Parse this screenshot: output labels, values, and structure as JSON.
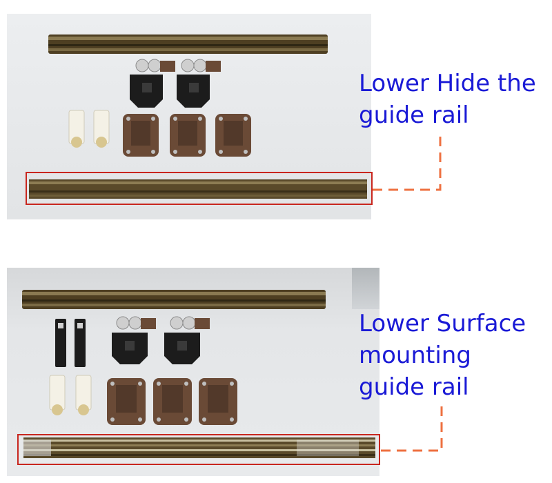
{
  "captions": {
    "top": "Lower Hide the\nguide rail",
    "bottom": "Lower Surface\nmounting\nguide rail"
  },
  "colors": {
    "caption_text": "#1a1ad6",
    "highlight_box": "#c8261e",
    "connector_dash": "#ee7040",
    "rail_bronze": "#5a4a2a",
    "hardware_brown": "#6a4a36",
    "hardware_black": "#1c1c1c",
    "stopper_white": "#f4f1e6"
  },
  "photos": [
    {
      "name": "lower-hide-guide-rail-kit",
      "items": [
        "top-rail",
        "roller-hanger",
        "roller-hanger",
        "stopper",
        "stopper",
        "hinge-plate",
        "hinge-plate",
        "hinge-plate",
        "lower-guide-rail"
      ]
    },
    {
      "name": "lower-surface-mounting-guide-rail-kit",
      "items": [
        "top-rail",
        "guide-clip",
        "guide-clip",
        "roller-hanger",
        "roller-hanger",
        "stopper",
        "stopper",
        "hinge-plate",
        "hinge-plate",
        "hinge-plate",
        "lower-guide-rail"
      ]
    }
  ]
}
